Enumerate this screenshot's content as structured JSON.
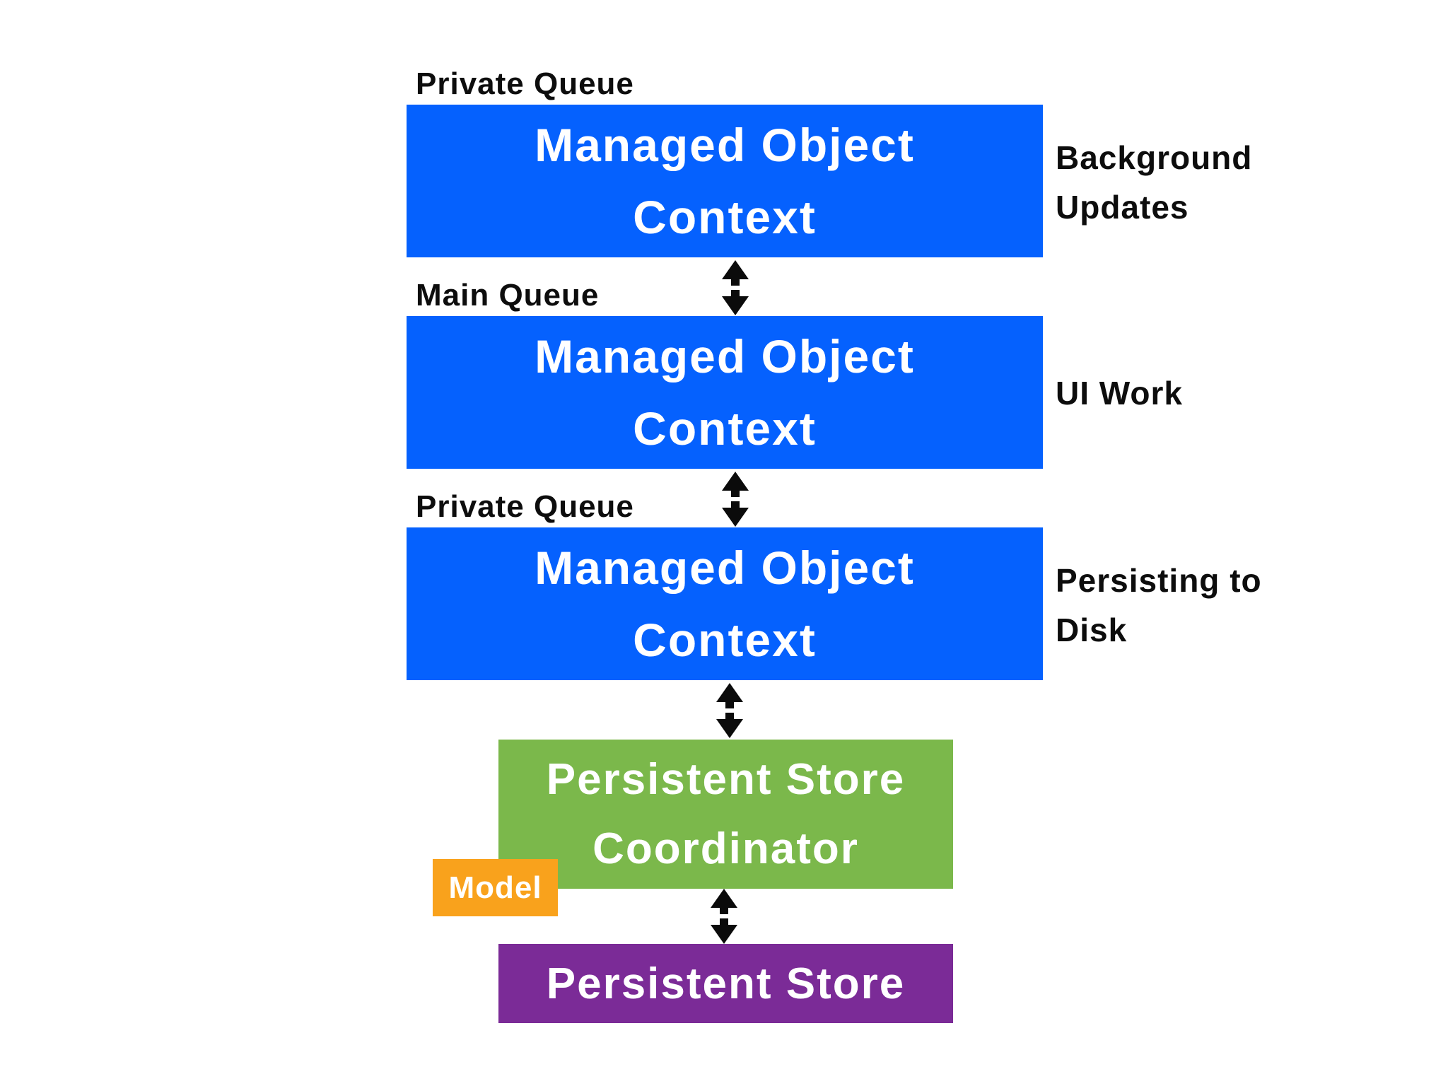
{
  "colors": {
    "context_blue": "#0561FE",
    "coordinator_green": "#7BB84B",
    "model_orange": "#F9A21C",
    "store_purple": "#7B2B97",
    "label_black": "#0d0d0d",
    "box_text_white": "#ffffff"
  },
  "icons": {
    "bidirectional_arrow": "up-down-arrow"
  },
  "stack": {
    "rows": [
      {
        "queue": "Private Queue",
        "box": {
          "line1": "Managed Object",
          "line2": "Context"
        },
        "role": {
          "line1": "Background",
          "line2": "Updates"
        }
      },
      {
        "queue": "Main Queue",
        "box": {
          "line1": "Managed Object",
          "line2": "Context"
        },
        "role": {
          "line1": "UI Work",
          "line2": ""
        }
      },
      {
        "queue": "Private Queue",
        "box": {
          "line1": "Managed Object",
          "line2": "Context"
        },
        "role": {
          "line1": "Persisting to",
          "line2": "Disk"
        }
      }
    ],
    "coordinator": {
      "line1": "Persistent Store",
      "line2": "Coordinator"
    },
    "model_label": "Model",
    "store_label": "Persistent Store"
  }
}
